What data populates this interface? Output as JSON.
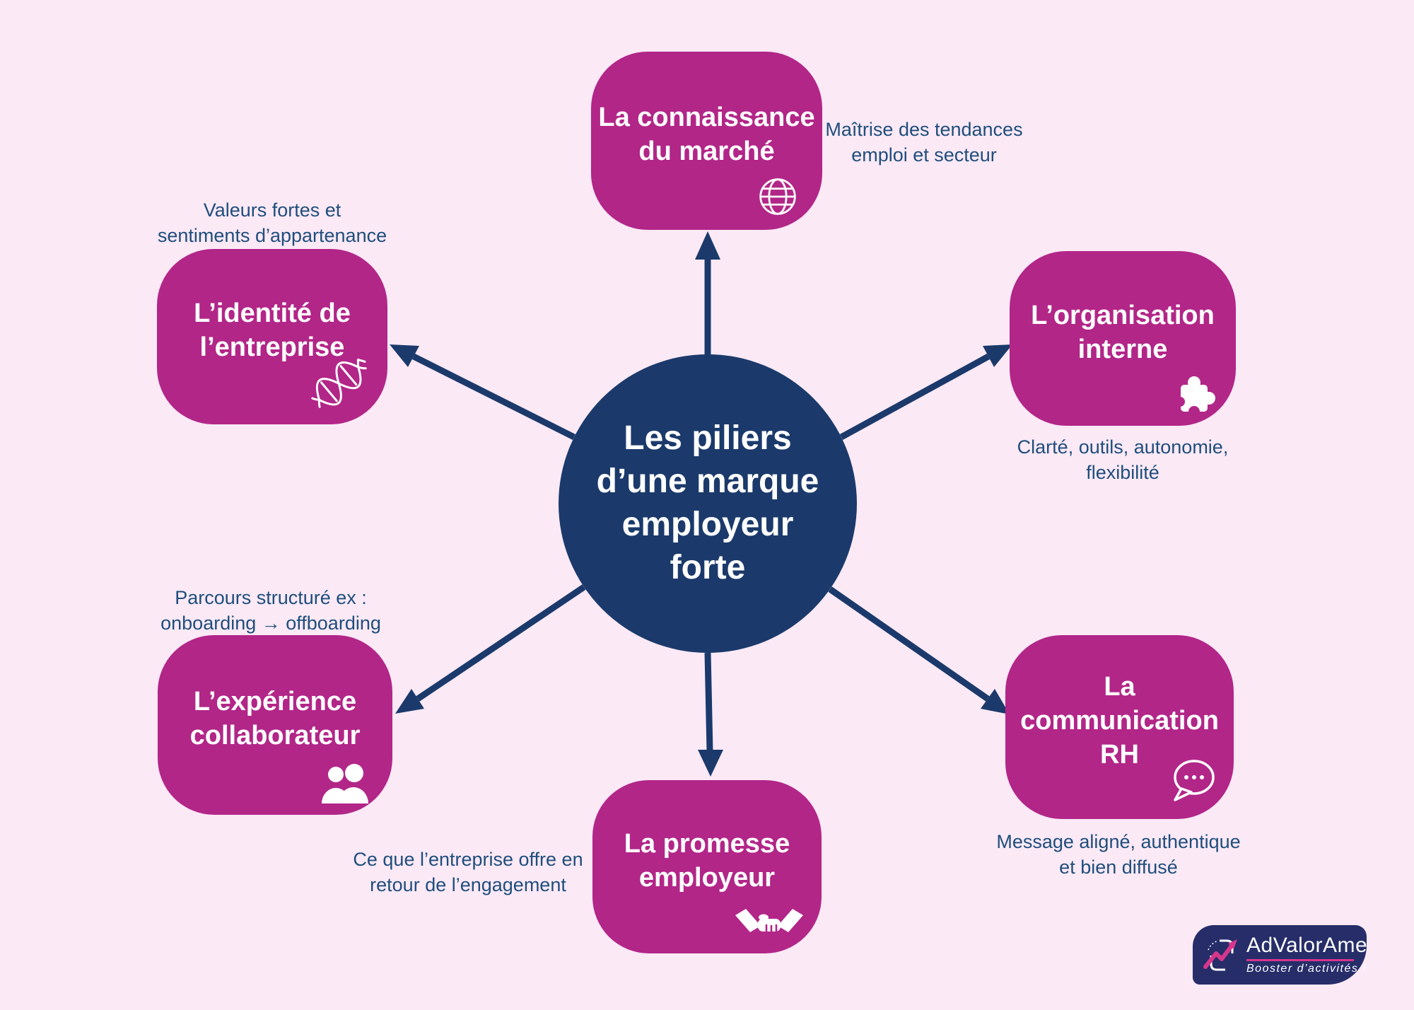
{
  "central": {
    "title": "Les piliers\nd’une marque\nemployeur\nforte"
  },
  "nodes": [
    {
      "id": "market-knowledge",
      "title": "La connaissance\ndu marché",
      "icon": "globe-icon",
      "annotation": "Maîtrise des tendances\nemploi et secteur"
    },
    {
      "id": "company-identity",
      "title": "L’identité de\nl’entreprise",
      "icon": "dna-icon",
      "annotation": "Valeurs fortes et\nsentiments d’appartenance"
    },
    {
      "id": "internal-organization",
      "title": "L’organisation\ninterne",
      "icon": "puzzle-icon",
      "annotation": "Clarté, outils, autonomie,\nflexibilité"
    },
    {
      "id": "employee-experience",
      "title": "L’expérience\ncollaborateur",
      "icon": "people-icon",
      "annotation": "Parcours structuré ex :\nonboarding → offboarding"
    },
    {
      "id": "hr-communication",
      "title": "La\ncommunication\nRH",
      "icon": "speech-bubble-icon",
      "annotation": "Message aligné, authentique\net bien diffusé"
    },
    {
      "id": "employer-promise",
      "title": "La promesse\nemployeur",
      "icon": "handshake-icon",
      "annotation": "Ce que l’entreprise offre en\nretour de l’engagement"
    }
  ],
  "logo": {
    "name": "AdValorAme",
    "tagline": "Booster d’activités !"
  },
  "palette": {
    "background": "#FBE9F6",
    "node_magenta": "#B22688",
    "center_navy": "#1B3A6B",
    "annotation_blue": "#1F4E7C",
    "logo_navy": "#262D69",
    "logo_pink": "#D6368C",
    "text_white": "#FFFFFF"
  }
}
